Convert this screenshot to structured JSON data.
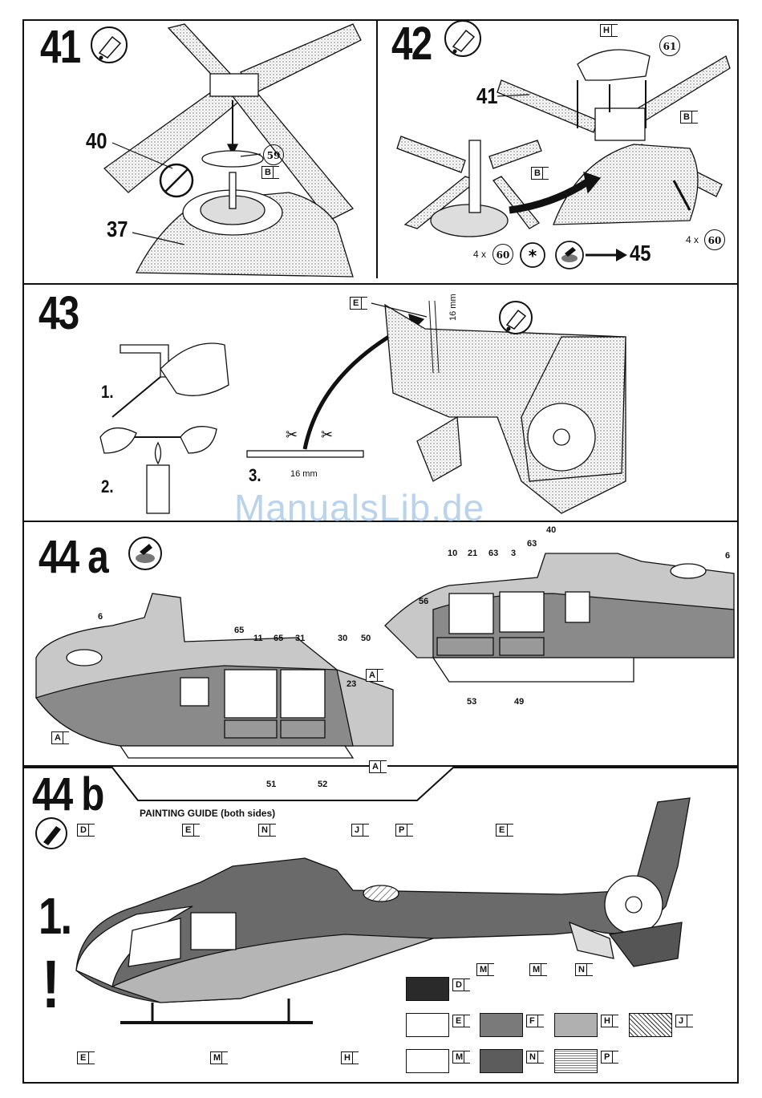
{
  "steps": {
    "s41": {
      "number": "41",
      "labels": [
        "40",
        "37"
      ],
      "part": "59",
      "flag": "B"
    },
    "s42": {
      "number": "42",
      "labels": [
        "41"
      ],
      "parts": [
        "61",
        "60",
        "60"
      ],
      "flags": [
        "H",
        "B",
        "B"
      ],
      "qty_a": "4 x",
      "qty_b": "4 x",
      "goto": "45"
    },
    "s43": {
      "number": "43",
      "sub": [
        "1.",
        "2.",
        "3."
      ],
      "measure": "16 mm",
      "measure_v": "16 mm",
      "flag": "E"
    },
    "s44a": {
      "number": "44 a",
      "left_labels": [
        "6",
        "65",
        "11",
        "65",
        "31",
        "30",
        "50",
        "23",
        "51",
        "52"
      ],
      "right_labels": [
        "10",
        "21",
        "63",
        "3",
        "63",
        "40",
        "6",
        "56",
        "53",
        "49"
      ],
      "flags": [
        "A",
        "A",
        "A"
      ]
    },
    "s44b": {
      "number": "44 b",
      "title": "PAINTING GUIDE (both sides)",
      "side_num": "1.",
      "bang": "!"
    }
  },
  "callout_flags_44b": [
    "D",
    "E",
    "N",
    "J",
    "P",
    "E",
    "M",
    "M",
    "N",
    "E",
    "M",
    "H"
  ],
  "legend": [
    {
      "code": "D",
      "fill": "#2a2a2a"
    },
    {
      "code": "E",
      "fill": "#ffffff"
    },
    {
      "code": "F",
      "fill": "#7a7a7a"
    },
    {
      "code": "H",
      "fill": "#b0b0b0"
    },
    {
      "code": "J",
      "fill": "hatch"
    },
    {
      "code": "M",
      "fill": "#ffffff"
    },
    {
      "code": "N",
      "fill": "#5c5c5c"
    },
    {
      "code": "P",
      "fill": "wave"
    }
  ],
  "watermark": "ManualsLib.de"
}
